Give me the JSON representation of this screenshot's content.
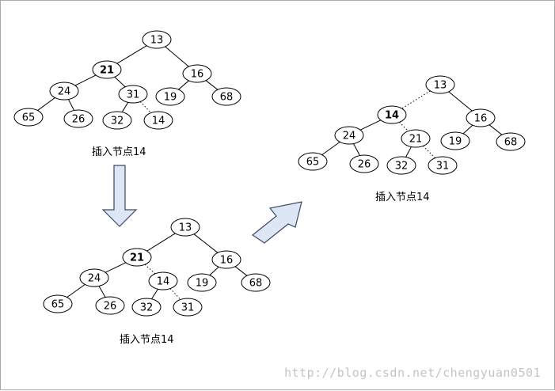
{
  "diagram": {
    "trees": [
      {
        "id": "tree-a",
        "caption": "插入节点14",
        "nodes": [
          {
            "id": "n13",
            "label": "13",
            "bold": false
          },
          {
            "id": "n21",
            "label": "21",
            "bold": true
          },
          {
            "id": "n16",
            "label": "16",
            "bold": false
          },
          {
            "id": "n24",
            "label": "24",
            "bold": false
          },
          {
            "id": "n31",
            "label": "31",
            "bold": false
          },
          {
            "id": "n19",
            "label": "19",
            "bold": false
          },
          {
            "id": "n68",
            "label": "68",
            "bold": false
          },
          {
            "id": "n65",
            "label": "65",
            "bold": false
          },
          {
            "id": "n26",
            "label": "26",
            "bold": false
          },
          {
            "id": "n32",
            "label": "32",
            "bold": false
          },
          {
            "id": "n14",
            "label": "14",
            "bold": false
          }
        ],
        "edges": [
          {
            "from": "n13",
            "to": "n21",
            "dotted": false
          },
          {
            "from": "n13",
            "to": "n16",
            "dotted": false
          },
          {
            "from": "n21",
            "to": "n24",
            "dotted": false
          },
          {
            "from": "n21",
            "to": "n31",
            "dotted": false
          },
          {
            "from": "n16",
            "to": "n19",
            "dotted": false
          },
          {
            "from": "n16",
            "to": "n68",
            "dotted": false
          },
          {
            "from": "n24",
            "to": "n65",
            "dotted": false
          },
          {
            "from": "n24",
            "to": "n26",
            "dotted": false
          },
          {
            "from": "n31",
            "to": "n32",
            "dotted": false
          },
          {
            "from": "n31",
            "to": "n14",
            "dotted": true
          }
        ]
      },
      {
        "id": "tree-b",
        "caption": "插入节点14",
        "nodes": [
          {
            "id": "n13",
            "label": "13",
            "bold": false
          },
          {
            "id": "n21",
            "label": "21",
            "bold": true
          },
          {
            "id": "n16",
            "label": "16",
            "bold": false
          },
          {
            "id": "n24",
            "label": "24",
            "bold": false
          },
          {
            "id": "n14",
            "label": "14",
            "bold": false
          },
          {
            "id": "n19",
            "label": "19",
            "bold": false
          },
          {
            "id": "n68",
            "label": "68",
            "bold": false
          },
          {
            "id": "n65",
            "label": "65",
            "bold": false
          },
          {
            "id": "n26",
            "label": "26",
            "bold": false
          },
          {
            "id": "n32",
            "label": "32",
            "bold": false
          },
          {
            "id": "n31",
            "label": "31",
            "bold": false
          }
        ],
        "edges": [
          {
            "from": "n13",
            "to": "n21",
            "dotted": false
          },
          {
            "from": "n13",
            "to": "n16",
            "dotted": false
          },
          {
            "from": "n21",
            "to": "n24",
            "dotted": false
          },
          {
            "from": "n21",
            "to": "n14",
            "dotted": true
          },
          {
            "from": "n16",
            "to": "n19",
            "dotted": false
          },
          {
            "from": "n16",
            "to": "n68",
            "dotted": false
          },
          {
            "from": "n24",
            "to": "n65",
            "dotted": false
          },
          {
            "from": "n24",
            "to": "n26",
            "dotted": false
          },
          {
            "from": "n14",
            "to": "n32",
            "dotted": false
          },
          {
            "from": "n14",
            "to": "n31",
            "dotted": true
          }
        ]
      },
      {
        "id": "tree-c",
        "caption": "插入节点14",
        "nodes": [
          {
            "id": "n13",
            "label": "13",
            "bold": false
          },
          {
            "id": "n14",
            "label": "14",
            "bold": true
          },
          {
            "id": "n16",
            "label": "16",
            "bold": false
          },
          {
            "id": "n24",
            "label": "24",
            "bold": false
          },
          {
            "id": "n21",
            "label": "21",
            "bold": false
          },
          {
            "id": "n19",
            "label": "19",
            "bold": false
          },
          {
            "id": "n68",
            "label": "68",
            "bold": false
          },
          {
            "id": "n65",
            "label": "65",
            "bold": false
          },
          {
            "id": "n26",
            "label": "26",
            "bold": false
          },
          {
            "id": "n32",
            "label": "32",
            "bold": false
          },
          {
            "id": "n31",
            "label": "31",
            "bold": false
          }
        ],
        "edges": [
          {
            "from": "n13",
            "to": "n14",
            "dotted": true
          },
          {
            "from": "n13",
            "to": "n16",
            "dotted": false
          },
          {
            "from": "n14",
            "to": "n24",
            "dotted": false
          },
          {
            "from": "n14",
            "to": "n21",
            "dotted": true
          },
          {
            "from": "n16",
            "to": "n19",
            "dotted": false
          },
          {
            "from": "n16",
            "to": "n68",
            "dotted": false
          },
          {
            "from": "n24",
            "to": "n65",
            "dotted": false
          },
          {
            "from": "n24",
            "to": "n26",
            "dotted": false
          },
          {
            "from": "n21",
            "to": "n32",
            "dotted": false
          },
          {
            "from": "n21",
            "to": "n31",
            "dotted": true
          }
        ]
      }
    ],
    "arrows": [
      {
        "id": "arrow-down",
        "direction": "down",
        "fill": "#dde6f5",
        "stroke": "#3b4a66"
      },
      {
        "id": "arrow-up-right",
        "direction": "up-right",
        "fill": "#dde6f5",
        "stroke": "#3b4a66"
      }
    ],
    "watermark": "http://blog.csdn.net/chengyuan0501"
  }
}
